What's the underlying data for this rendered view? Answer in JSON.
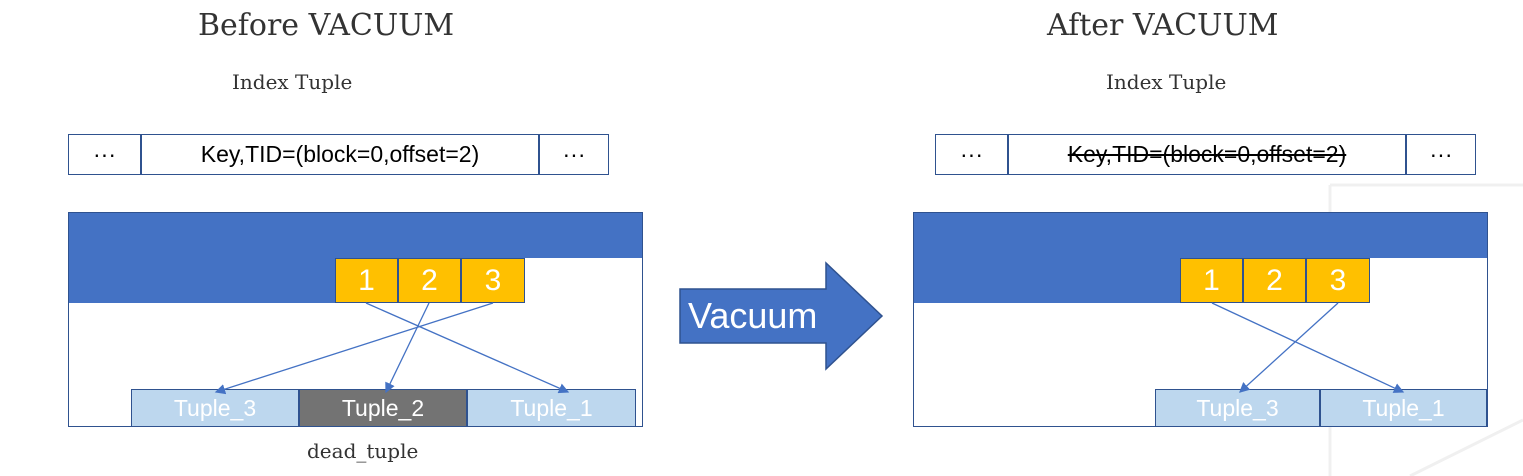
{
  "before": {
    "title": "Before VACUUM",
    "index_label": "Index Tuple",
    "index_cells": [
      "···",
      "Key,TID=(block=0,offset=2)",
      "···"
    ],
    "line_pointers": [
      "1",
      "2",
      "3"
    ],
    "tuples": [
      "Tuple_3",
      "Tuple_2",
      "Tuple_1"
    ],
    "dead_label": "dead_tuple"
  },
  "arrow": {
    "label": "Vacuum"
  },
  "after": {
    "title": "After VACUUM",
    "index_label": "Index Tuple",
    "index_cells": [
      "···",
      "Key,TID=(block=0,offset=2)",
      "···"
    ],
    "line_pointers": [
      "1",
      "2",
      "3"
    ],
    "tuples": [
      "Tuple_3",
      "Tuple_1"
    ]
  },
  "colors": {
    "header_bar": "#4472c4",
    "line_pointer": "#ffc000",
    "live_tuple": "#bdd7ee",
    "dead_tuple": "#737373",
    "arrow": "#4472c4",
    "border": "#2f528f"
  }
}
